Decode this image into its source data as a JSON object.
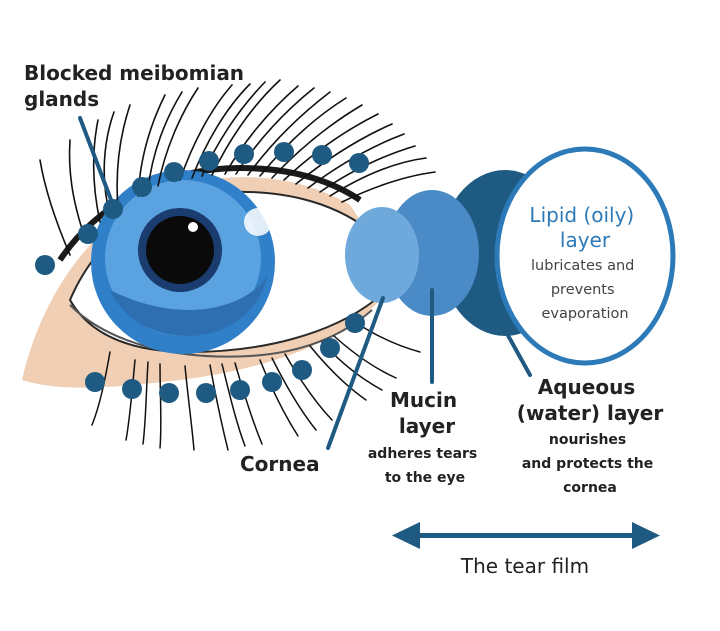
{
  "labels": {
    "blocked_glands": [
      "Blocked meibomian",
      "glands"
    ],
    "cornea": "Cornea",
    "mucin": {
      "title": [
        "Mucin",
        "layer"
      ],
      "desc": [
        "adheres tears",
        "to the eye"
      ]
    },
    "aqueous": {
      "title": [
        "Aqueous",
        "(water) layer"
      ],
      "desc": [
        "nourishes",
        "and protects the",
        "cornea"
      ]
    },
    "lipid": {
      "title": [
        "Lipid (oily)",
        "layer"
      ],
      "desc": [
        "lubricates and",
        "prevents",
        "evaporation"
      ]
    },
    "tear_film": "The tear film"
  },
  "colors": {
    "dark_blue": "#1f5a82",
    "mid_blue": "#4a8ac6",
    "light_blue": "#6fa9dc",
    "iris_blue": "#3f8fd6",
    "skin": "#f0cfb4",
    "lipid_text": "#2d7ab8"
  },
  "icons": [
    "eye-illustration",
    "double-arrow-icon",
    "gland-dot-icon"
  ]
}
